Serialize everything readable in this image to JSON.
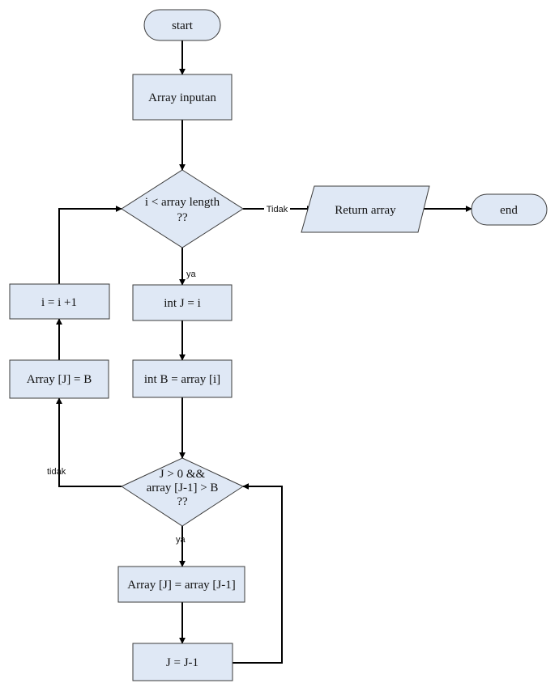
{
  "nodes": {
    "start": "start",
    "array_input": "Array inputan",
    "cond1_line1": "i < array length",
    "cond1_line2": "??",
    "return_array": "Return array",
    "end": "end",
    "int_j": "int J = i",
    "int_b": "int B = array [i]",
    "cond2_line1": "J > 0 &&",
    "cond2_line2": "array [J-1] > B",
    "cond2_line3": "??",
    "assign_shift": "Array [J] = array [J-1]",
    "decrement": "J = J-1",
    "assign_b": "Array [J] = B",
    "increment": "i = i +1"
  },
  "labels": {
    "tidak_upper": "Tidak",
    "ya_upper": "ya",
    "tidak_lower": "tidak",
    "ya_lower": "ya"
  },
  "colors": {
    "node_fill": "#dfe8f5",
    "node_stroke": "#3b3b3b",
    "line": "#000000"
  }
}
